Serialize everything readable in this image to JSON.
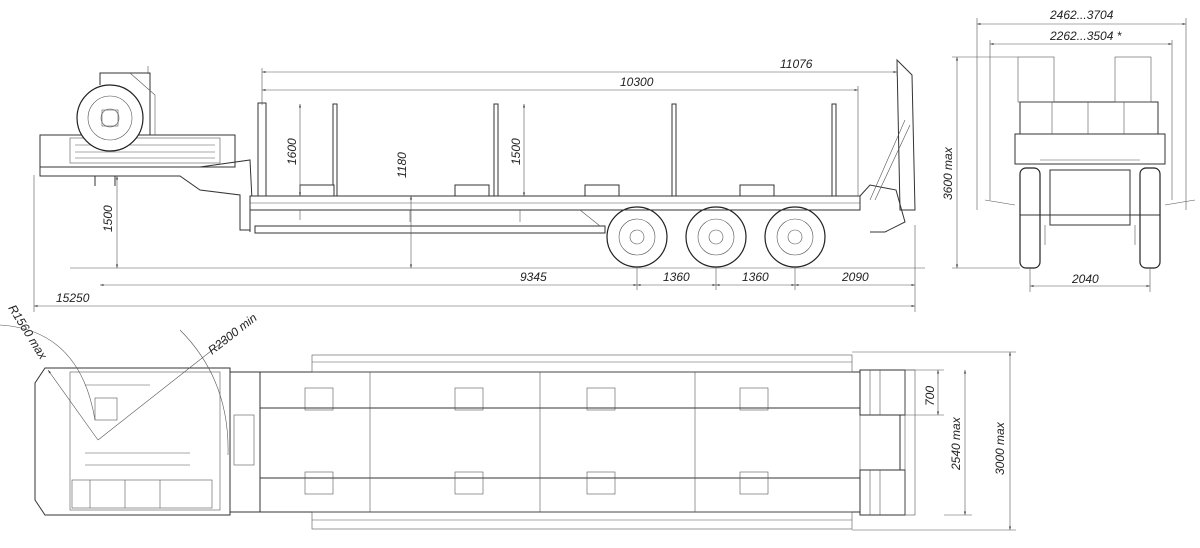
{
  "side_view": {
    "dim_overall_upper": "11076",
    "dim_deck_length": "10300",
    "dim_stake_height_left": "1600",
    "dim_deck_height": "1180",
    "dim_stake_height_right": "1500",
    "dim_gooseneck_height": "1500",
    "dim_kingpin_to_axle": "9345",
    "dim_axle_spacing_1": "1360",
    "dim_axle_spacing_2": "1360",
    "dim_rear_overhang": "2090",
    "dim_total_length": "15250",
    "dim_front_radius": "R1560 max"
  },
  "rear_view": {
    "dim_width_outer": "2462...3704",
    "dim_width_inner": "2262...3504 *",
    "dim_height": "3600 max",
    "dim_track": "2040"
  },
  "top_view": {
    "dim_turn_radius": "R2300 min",
    "dim_ramp_width": "700",
    "dim_body_width": "2540 max",
    "dim_overall_width": "3000 max"
  }
}
